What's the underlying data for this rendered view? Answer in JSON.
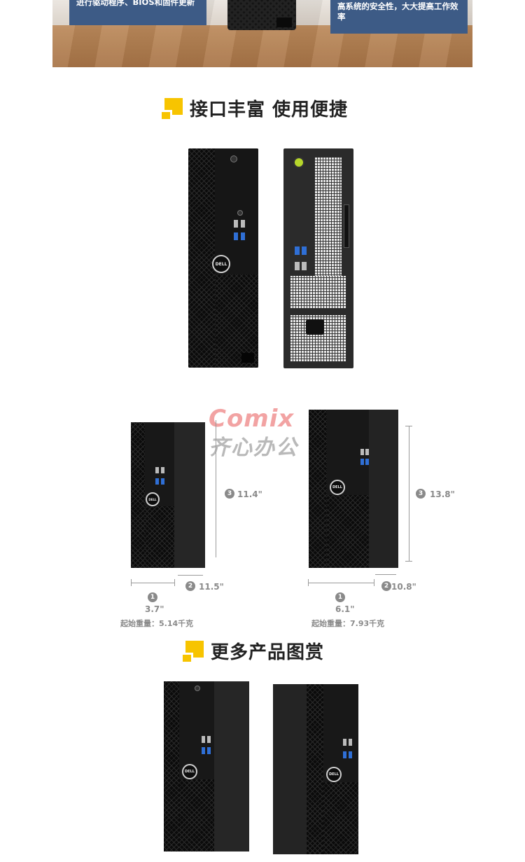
{
  "banner": {
    "caption_left": "进行驱动程序、BIOS和固件更新",
    "caption_right": "高系统的安全性，大大提高工作效率"
  },
  "section_ports": {
    "title": "接口丰富 使用便捷"
  },
  "section_gallery": {
    "title": "更多产品图赏"
  },
  "brand": {
    "logo_text": "DELL",
    "accent_color": "#f7c400",
    "caption_color": "#3d5b86"
  },
  "watermark": {
    "line1": "Comix",
    "line2": "齐心办公"
  },
  "dimensions": {
    "sff": {
      "height": "11.4\"",
      "depth": "11.5\"",
      "width": "3.7\"",
      "weight": "起始重量：5.14千克",
      "badge_width": "1",
      "badge_depth": "2",
      "badge_height": "3"
    },
    "mt": {
      "height": "13.8\"",
      "depth": "10.8\"",
      "width": "6.1\"",
      "weight": "起始重量：7.93千克",
      "badge_width": "1",
      "badge_depth": "2",
      "badge_height": "3"
    }
  }
}
